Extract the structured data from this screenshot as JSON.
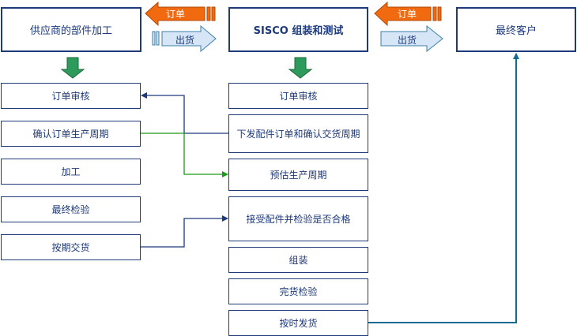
{
  "header": {
    "supplier": "供应商的部件加工",
    "sisco": "SISCO 组装和测试",
    "customer": "最终客户"
  },
  "flow_arrows": {
    "order_label": "订单",
    "ship_label": "出货",
    "order_color": "#f26a10",
    "ship_color": "#d6e6f7"
  },
  "supplier_steps": [
    "订单审核",
    "确认订单生产周期",
    "加工",
    "最终检验",
    "按期交货"
  ],
  "sisco_steps": [
    "订单审核",
    "下发配件订单和确认交货周期",
    "预估生产周期",
    "接受配件并检验是否合格",
    "组装",
    "完货检验",
    "按时发货"
  ],
  "colors": {
    "border": "#1f3a7a",
    "down_arrow": "#2e9a5c",
    "connector_blue": "#1f3a7a",
    "connector_green": "#1a9a1a",
    "connector_teal": "#116a8f"
  }
}
